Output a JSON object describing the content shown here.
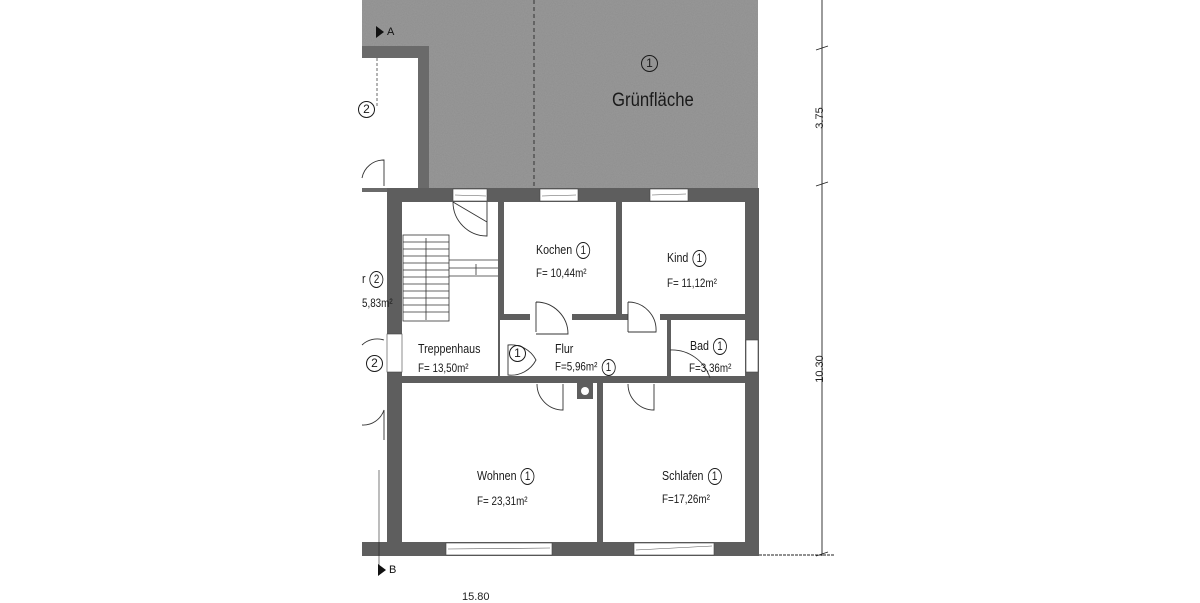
{
  "plan": {
    "green_area": {
      "number": "1",
      "label": "Grünfläche"
    },
    "rooms": [
      {
        "id": "kochen",
        "name": "Kochen",
        "number": "1",
        "area": "F= 10,44m²"
      },
      {
        "id": "kind",
        "name": "Kind",
        "number": "1",
        "area": "F= 11,12m²"
      },
      {
        "id": "treppenhaus",
        "name": "Treppenhaus",
        "number": "",
        "area": "F= 13,50m²"
      },
      {
        "id": "flur",
        "name": "Flur",
        "number": "1",
        "area": "F=5,96m²"
      },
      {
        "id": "bad",
        "name": "Bad",
        "number": "1",
        "area": "F=3,36m²"
      },
      {
        "id": "wohnen",
        "name": "Wohnen",
        "number": "1",
        "area": "F= 23,31m²"
      },
      {
        "id": "schlafen",
        "name": "Schlafen",
        "number": "1",
        "area": "F=17,26m²"
      }
    ],
    "neighbor_unit": {
      "name_fragment": "r",
      "number": "2",
      "area_fragment": "5,83m²"
    },
    "unit_markers": {
      "upper_left": "2",
      "stair_door": "2",
      "flur_door": "1"
    },
    "dimensions": {
      "vertical_top": "3.75",
      "vertical_main": "10.30",
      "horizontal_bottom": "15.80"
    },
    "section_markers": {
      "top": "A",
      "bottom": "B"
    },
    "colors": {
      "wall": "#5a5a5a",
      "green_area": "#8c8c8c",
      "line": "#1a1a1a",
      "background": "#ffffff"
    }
  }
}
